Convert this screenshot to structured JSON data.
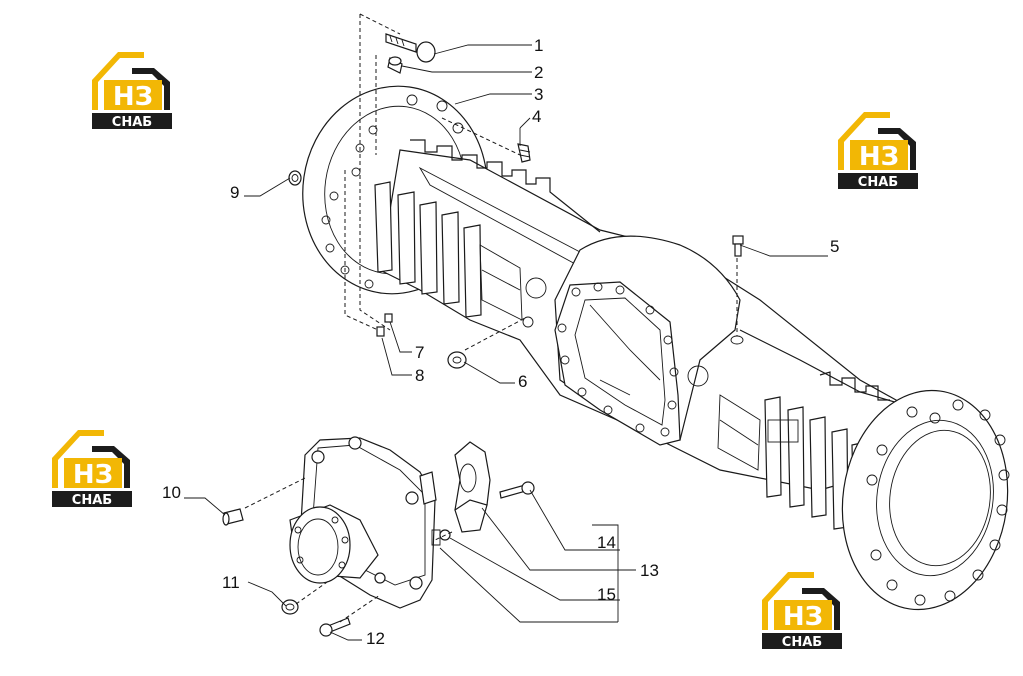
{
  "callouts": [
    {
      "id": "1",
      "label": "1"
    },
    {
      "id": "2",
      "label": "2"
    },
    {
      "id": "3",
      "label": "3"
    },
    {
      "id": "4",
      "label": "4"
    },
    {
      "id": "5",
      "label": "5"
    },
    {
      "id": "6",
      "label": "6"
    },
    {
      "id": "7",
      "label": "7"
    },
    {
      "id": "8",
      "label": "8"
    },
    {
      "id": "9",
      "label": "9"
    },
    {
      "id": "10",
      "label": "10"
    },
    {
      "id": "11",
      "label": "11"
    },
    {
      "id": "12",
      "label": "12"
    },
    {
      "id": "13",
      "label": "13"
    },
    {
      "id": "14",
      "label": "14"
    },
    {
      "id": "15",
      "label": "15"
    }
  ],
  "watermark": {
    "line1": "НЗ",
    "line2": "СНАБ",
    "colors": {
      "roof": "#f2b705",
      "body": "#1c1c1c",
      "text": "#ffffff"
    }
  }
}
